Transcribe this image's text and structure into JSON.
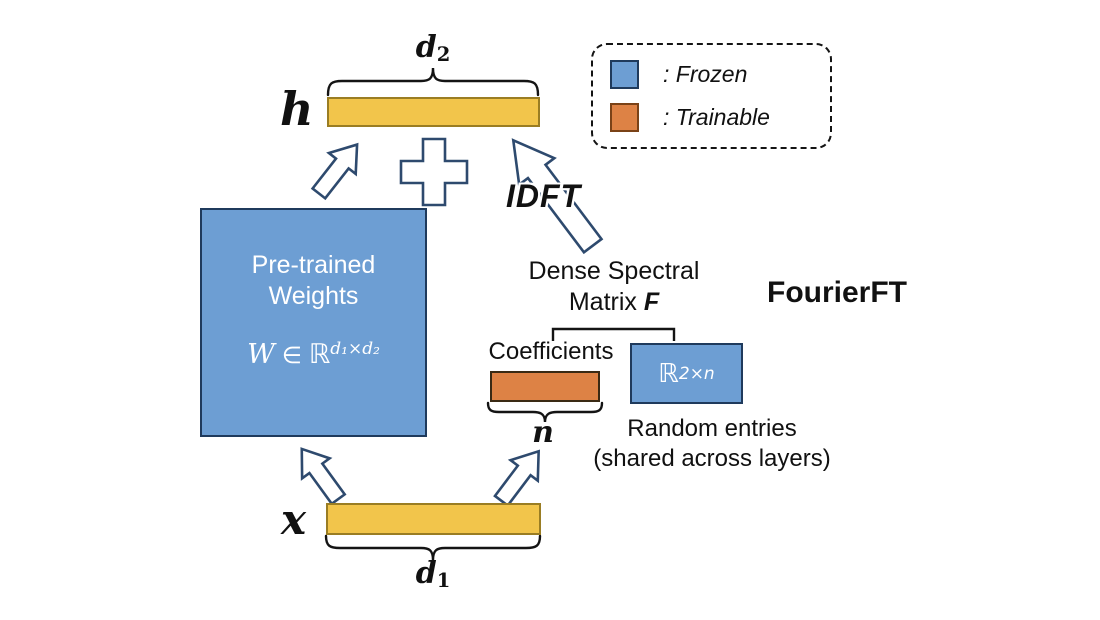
{
  "colors": {
    "yellow_fill": "#F2C54B",
    "yellow_border": "#9A7D23",
    "blue_fill": "#6D9ED3",
    "blue_border": "#1F3A5C",
    "orange_fill": "#DD8245",
    "orange_border_legend": "#7A4217",
    "orange_border_bar": "#3A2A14",
    "arrow_stroke": "#2E4A6E",
    "line_black": "#141414",
    "text_black": "#111111",
    "text_white": "#FFFFFF"
  },
  "top_output": {
    "label": "h",
    "dim": {
      "base": "d",
      "sub": "2"
    }
  },
  "legend": {
    "items": [
      {
        "name": "frozen",
        "label": ": Frozen"
      },
      {
        "name": "trainable",
        "label": ": Trainable"
      }
    ]
  },
  "operators": {
    "idft_label": "IDFT"
  },
  "pretrained_box": {
    "title_line1": "Pre-trained",
    "title_line2": "Weights",
    "formula": {
      "var": "W",
      "rel": "∈",
      "set": "ℝ",
      "sup": "d₁×d₂"
    }
  },
  "spectral": {
    "line1": "Dense Spectral",
    "line2_prefix": "Matrix ",
    "line2_emph": "F"
  },
  "brand": "FourierFT",
  "coefficients": {
    "label": "Coefficients",
    "dim": "n"
  },
  "random_box": {
    "set": "ℝ",
    "sup": "2×n",
    "caption_line1": "Random entries",
    "caption_line2": "(shared across layers)"
  },
  "input": {
    "label": "x",
    "dim": {
      "base": "d",
      "sub": "1"
    }
  }
}
